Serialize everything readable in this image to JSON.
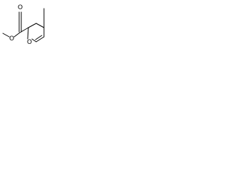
{
  "diagram": {
    "atoms": {
      "carbonyl_oxygen": "O",
      "ester_oxygen": "O",
      "ring_oxygen": "O"
    },
    "colors": {
      "bond": "#000000",
      "text": "#000000",
      "background": "#ffffff"
    }
  }
}
